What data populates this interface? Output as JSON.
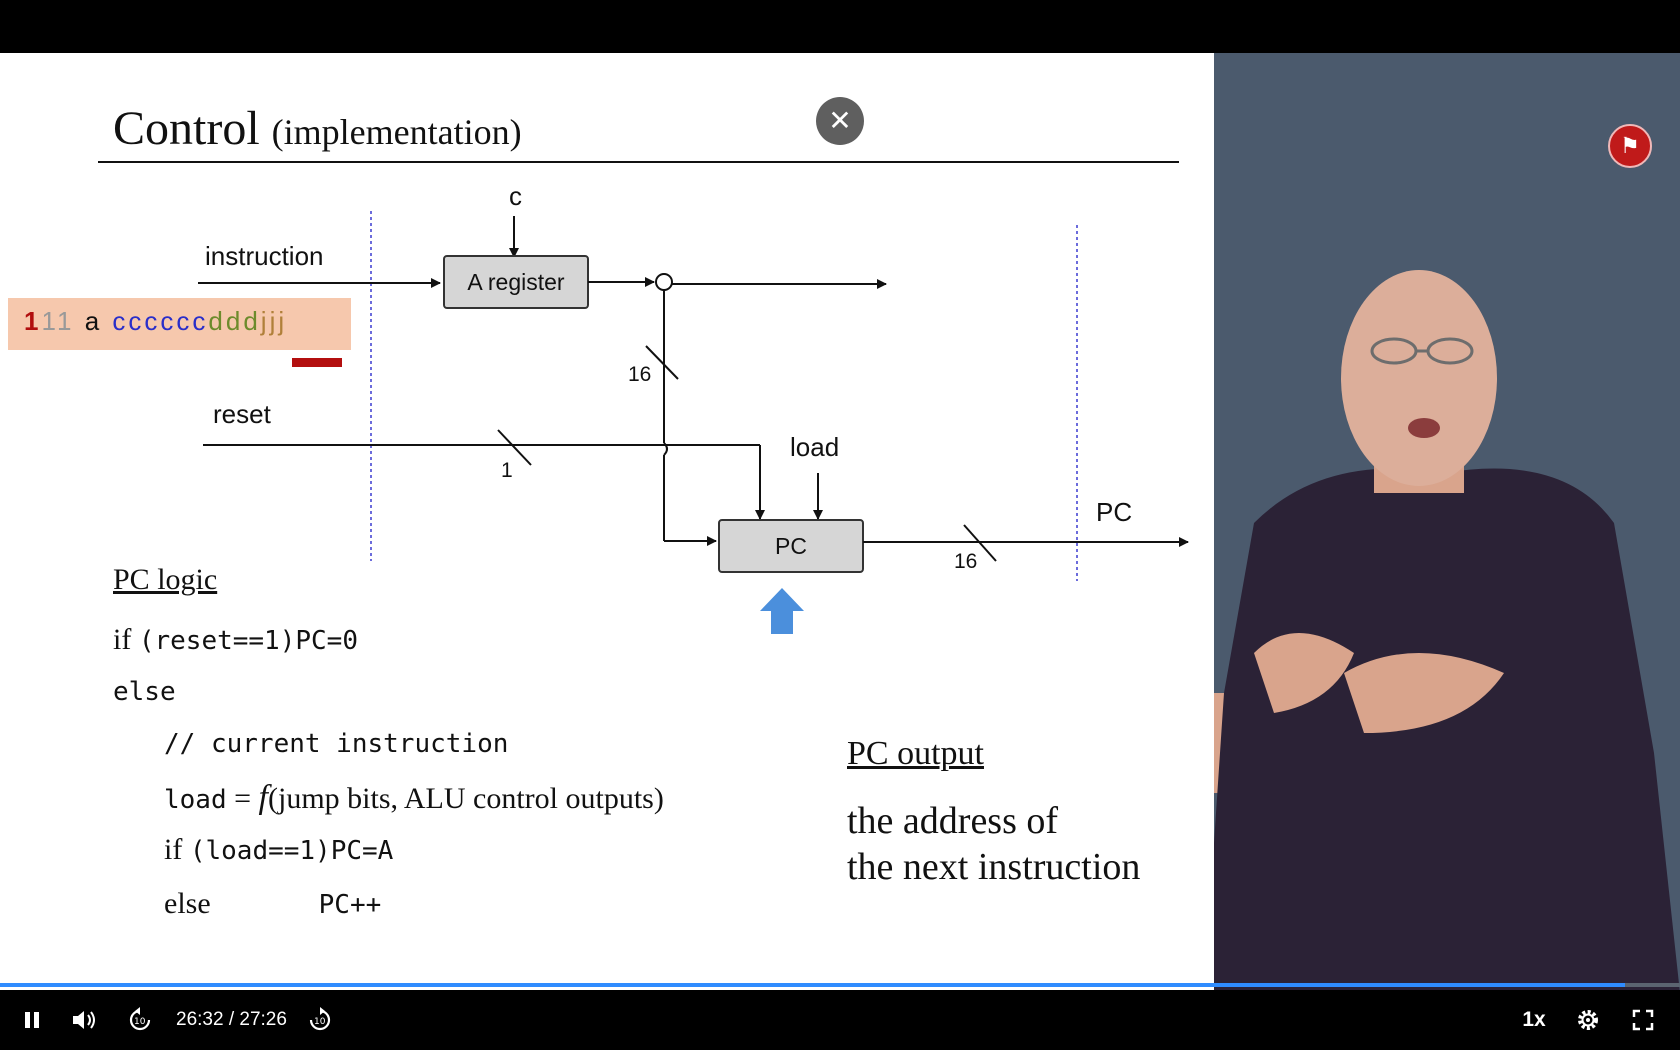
{
  "slide": {
    "title_main": "Control",
    "title_sub": "(implementation)",
    "diagram": {
      "label_c": "c",
      "label_instruction": "instruction",
      "box_a_register": "A register",
      "label_reset": "reset",
      "label_16_a": "16",
      "label_1": "1",
      "label_load": "load",
      "box_pc": "PC",
      "label_pc_out": "PC",
      "label_16_b": "16"
    },
    "instruction_bits": {
      "op": "1",
      "pad": "11",
      "a": "a",
      "c": "cccccc",
      "d": "ddd",
      "j": "jjj"
    },
    "pc_logic": {
      "title": "PC logic",
      "l1_if": "if",
      "l1_cond": "(reset==1)",
      "l1_assign": "PC=0",
      "l2": "else",
      "l3": "// current instruction",
      "l4_load": "load",
      "l4_eq": "=",
      "l4_f": "f",
      "l4_args": "(jump bits, ALU control outputs)",
      "l5_if": "if",
      "l5_cond": "(load==1)",
      "l5_assign": "PC=A",
      "l6_else": "else",
      "l6_inc": "PC++"
    },
    "pc_output": {
      "title": "PC output",
      "line1": "the address of",
      "line2": "the next instruction"
    }
  },
  "player": {
    "time_display": "26:32 / 27:26",
    "progress_fraction": 0.9674,
    "speed_label": "1x",
    "close_icon": "close-icon",
    "icons": [
      "pause-icon",
      "volume-icon",
      "rewind-10-icon",
      "forward-10-icon",
      "gear-icon",
      "fullscreen-icon"
    ],
    "accent_color": "#2f8cff"
  }
}
